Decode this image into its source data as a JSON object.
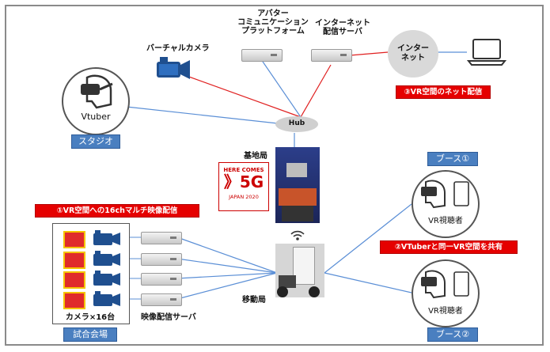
{
  "nodes": {
    "avatar_platform": "アバター\nコミュニケーション\nプラットフォーム",
    "internet_server": "インターネット\n配信サーバ",
    "internet": "インター\nネット",
    "virtual_camera": "バーチャルカメラ",
    "vtuber": "Vtuber",
    "studio": "スタジオ",
    "hub": "Hub",
    "base_station": "基地局",
    "mobile_station": "移動局",
    "booth1": "ブース①",
    "booth2": "ブース②",
    "viewer": "VR視聴者",
    "cameras": "カメラ×16台",
    "video_server": "映像配信サーバ",
    "venue": "試合会場"
  },
  "callouts": {
    "net_delivery": "③VR空間のネット配信",
    "multi_video": "①VR空間への16chマルチ映像配信",
    "shared_space": "②VTuberと同一VR空間を共有"
  },
  "badge_5g": {
    "top": "HERE COMES",
    "main": "》5G",
    "bottom": "JAPAN 2020"
  },
  "colors": {
    "blue_label": "#4a7fc0",
    "red_callout": "#e50000",
    "blue_line": "#5b8fd6",
    "red_line": "#e02020"
  }
}
